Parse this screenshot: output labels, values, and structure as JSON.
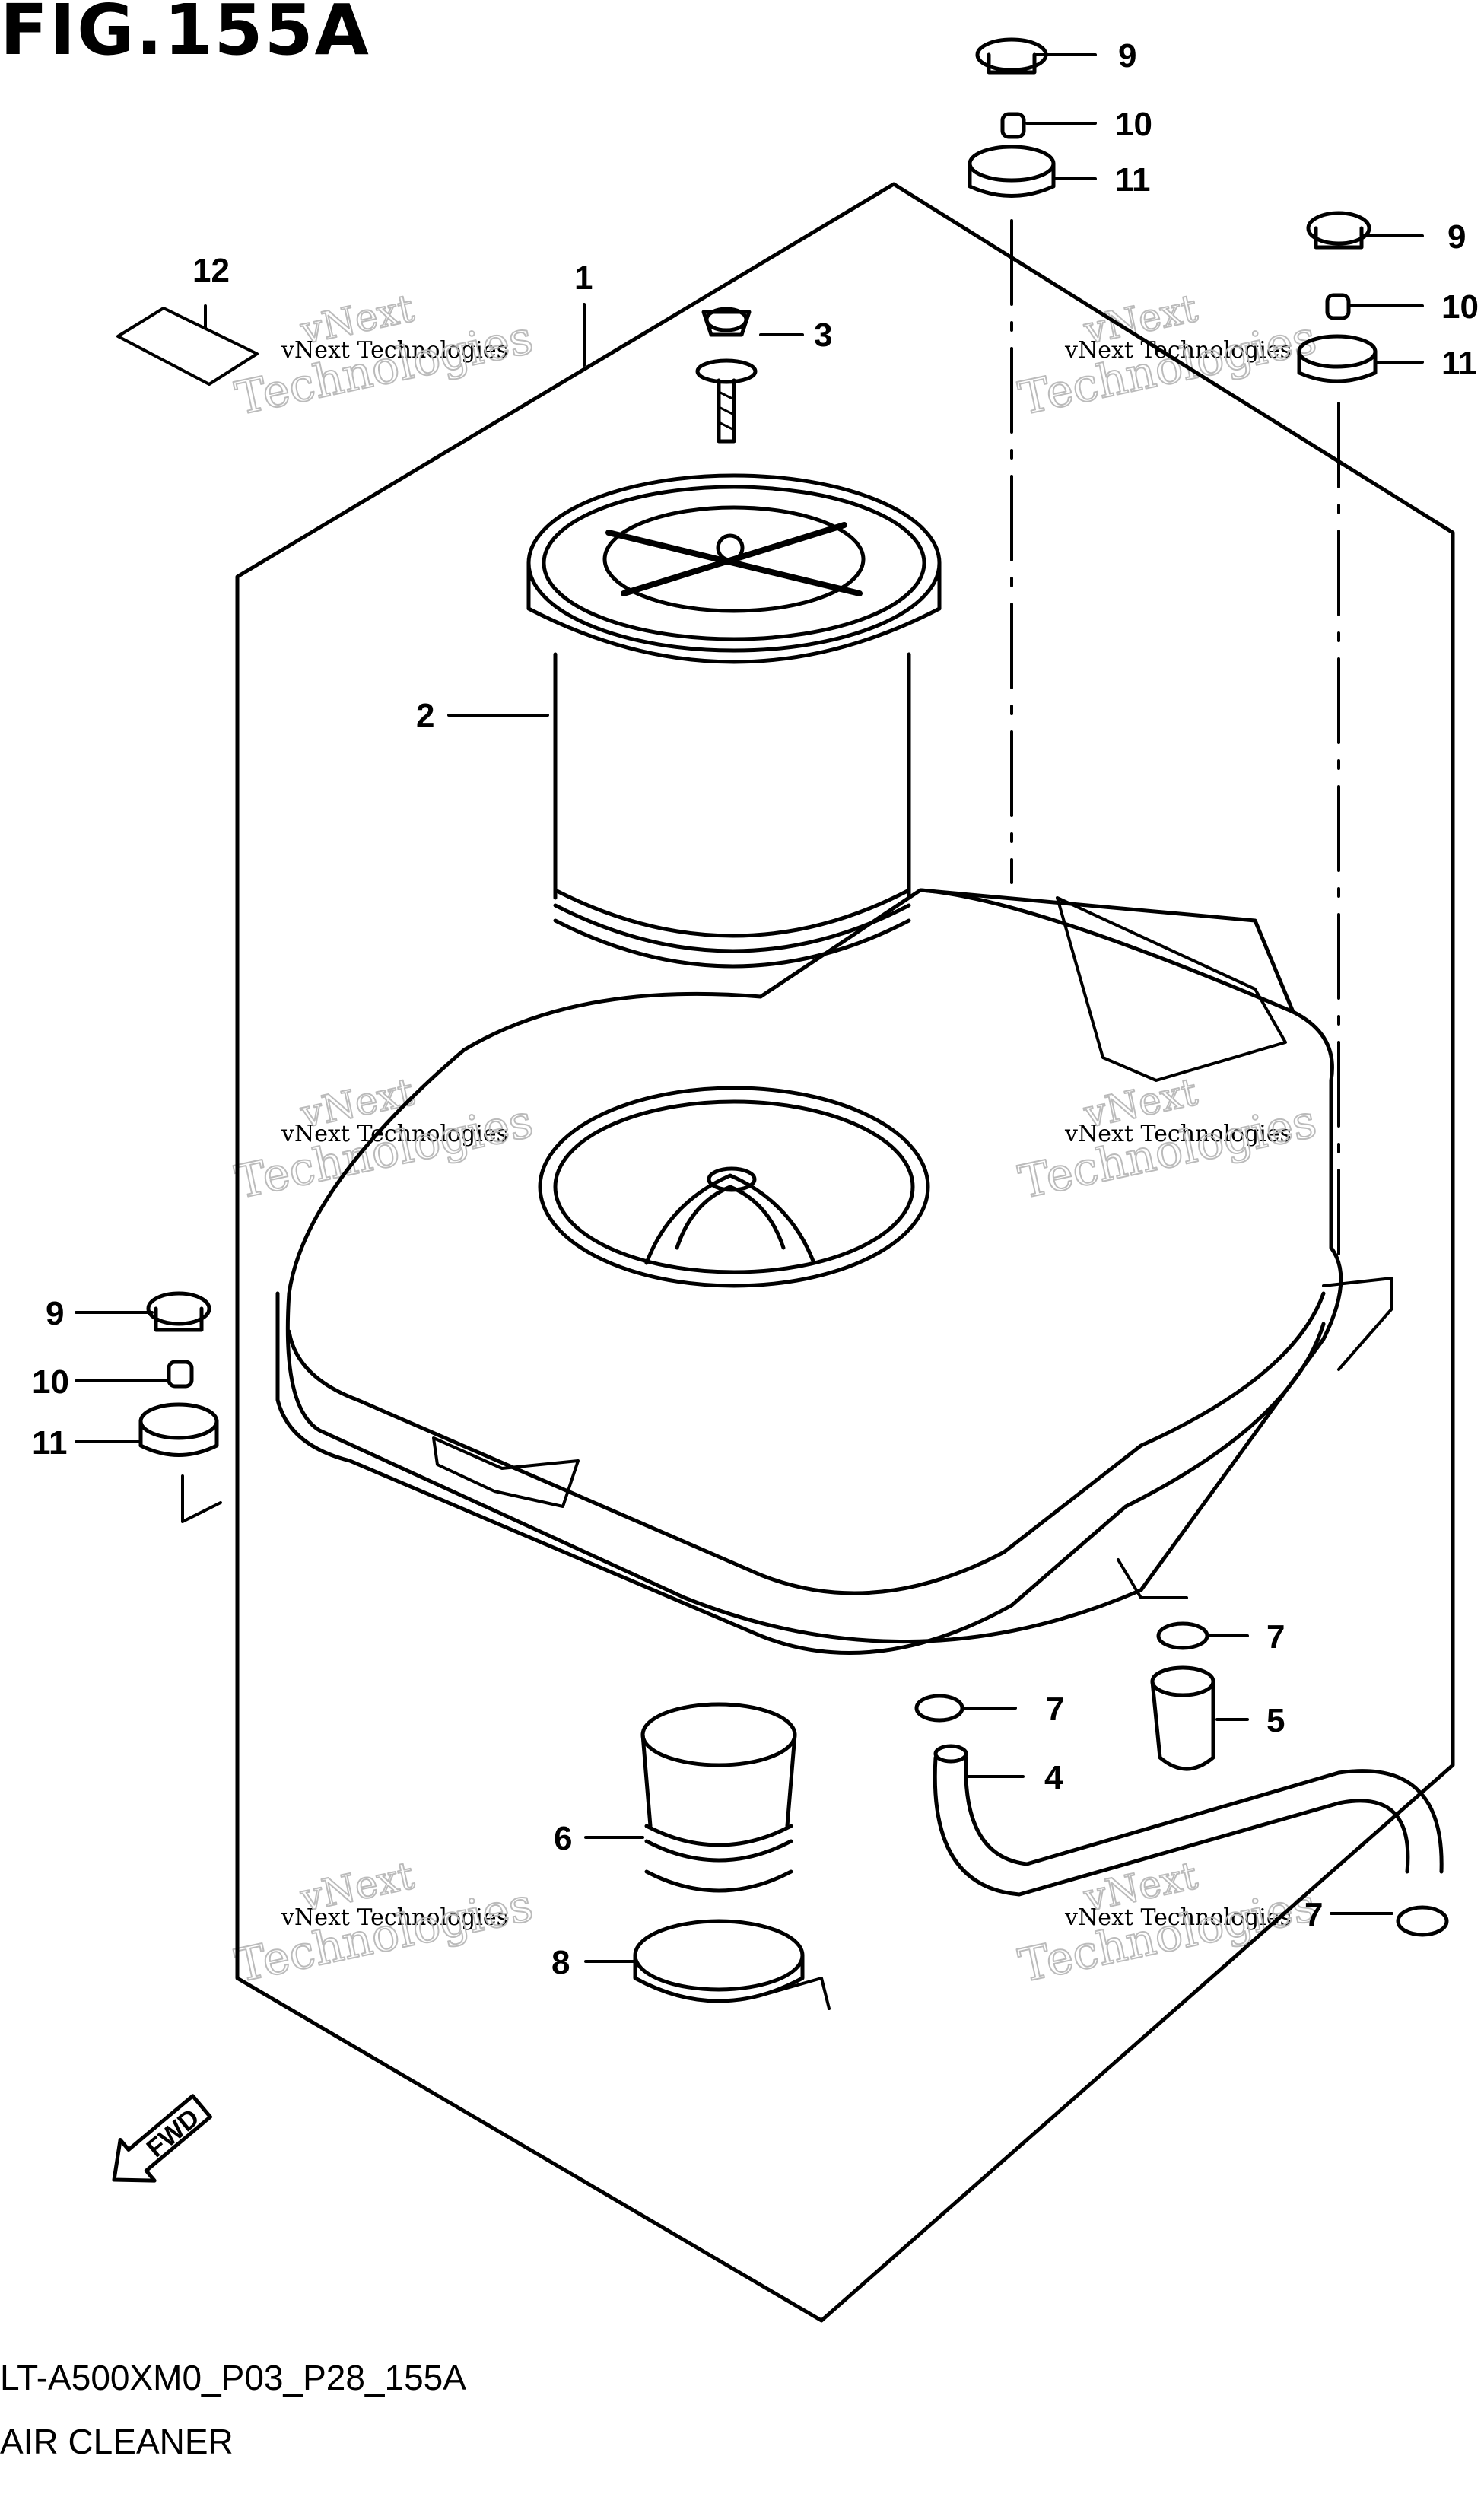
{
  "figure": {
    "title": "FIG.155A",
    "model_code": "LT-A500XM0_P03_P28_155A",
    "caption": "AIR CLEANER",
    "fwd_label": "FWD"
  },
  "watermark": {
    "line1": "vNext Technologies",
    "line2": "vNext",
    "line3": "Technologies"
  },
  "callouts": [
    {
      "id": "c12",
      "text": "12",
      "part": "label"
    },
    {
      "id": "c1",
      "text": "1",
      "part": "air-cleaner-case-frame"
    },
    {
      "id": "c3",
      "text": "3",
      "part": "wing-bolt"
    },
    {
      "id": "c2",
      "text": "2",
      "part": "air-filter-element"
    },
    {
      "id": "c9a",
      "text": "9",
      "part": "bolt"
    },
    {
      "id": "c10a",
      "text": "10",
      "part": "collar"
    },
    {
      "id": "c11a",
      "text": "11",
      "part": "grommet"
    },
    {
      "id": "c9b",
      "text": "9",
      "part": "bolt"
    },
    {
      "id": "c10b",
      "text": "10",
      "part": "collar"
    },
    {
      "id": "c11b",
      "text": "11",
      "part": "grommet"
    },
    {
      "id": "c9c",
      "text": "9",
      "part": "bolt"
    },
    {
      "id": "c10c",
      "text": "10",
      "part": "collar"
    },
    {
      "id": "c11c",
      "text": "11",
      "part": "grommet"
    },
    {
      "id": "c7a",
      "text": "7",
      "part": "clip"
    },
    {
      "id": "c7b",
      "text": "7",
      "part": "clip"
    },
    {
      "id": "c7c",
      "text": "7",
      "part": "clip"
    },
    {
      "id": "c5",
      "text": "5",
      "part": "drain-plug"
    },
    {
      "id": "c4",
      "text": "4",
      "part": "drain-hose"
    },
    {
      "id": "c6",
      "text": "6",
      "part": "intake-pipe"
    },
    {
      "id": "c8",
      "text": "8",
      "part": "hose-clamp"
    }
  ],
  "colors": {
    "line": "#000000",
    "background": "#ffffff",
    "watermark": "#c8c8c8"
  }
}
